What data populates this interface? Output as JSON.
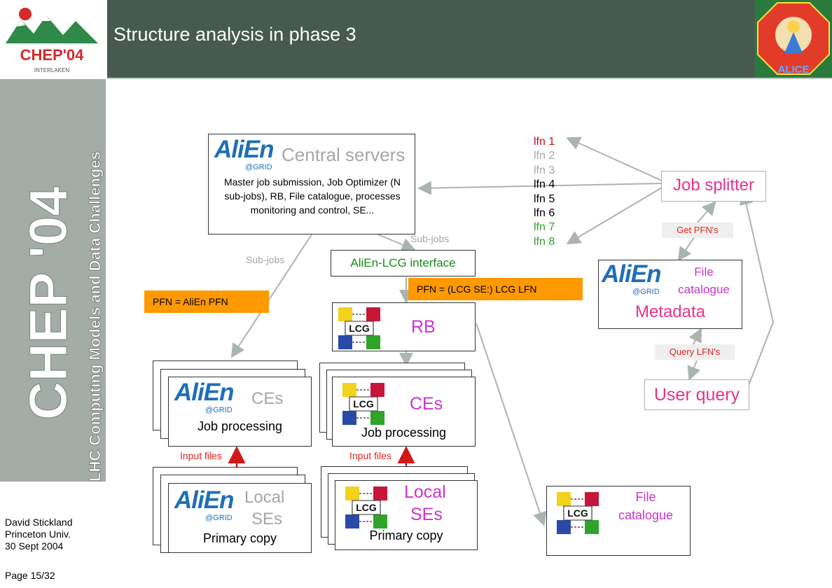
{
  "header": {
    "title": "Structure analysis in phase 3"
  },
  "logo": {
    "text": "CHEP'04",
    "subtext": "INTERLAKEN"
  },
  "sidebar": {
    "big_text": "CHEP '04",
    "sub_text": "LHC Computing Models and Data Challenges"
  },
  "alice_logo": {
    "text": "ALICE"
  },
  "footer": {
    "author": "David Stickland",
    "affiliation": "Princeton Univ.",
    "date": "30 Sept 2004",
    "page": "Page 15/32"
  },
  "brands": {
    "alien": "AliEn",
    "alien_sub": "@GRID",
    "lcg": "LCG"
  },
  "central": {
    "title": "Central servers",
    "description": "Master job submission, Job Optimizer (N sub-jobs), RB, File catalogue, processes monitoring and control, SE..."
  },
  "lfns": [
    {
      "label": "lfn 1",
      "color": "#c0101a"
    },
    {
      "label": "lfn 2",
      "color": "#a6a6a6"
    },
    {
      "label": "lfn 3",
      "color": "#a6a6a6"
    },
    {
      "label": "lfn 4",
      "color": "#000000"
    },
    {
      "label": "lfn 5",
      "color": "#000000"
    },
    {
      "label": "lfn 6",
      "color": "#000000"
    },
    {
      "label": "lfn 7",
      "color": "#33a02c"
    },
    {
      "label": "lfn 8",
      "color": "#33a02c"
    }
  ],
  "job_splitter": "Job splitter",
  "get_pfns": "Get PFN's",
  "query_lfns": "Query LFN's",
  "file_catalogue_alien": {
    "title": "File catalogue",
    "metadata": "Metadata"
  },
  "user_query": "User query",
  "subjobs_left": "Sub-jobs",
  "subjobs_right": "Sub-jobs",
  "interface": "AliEn-LCG interface",
  "pfn_alien": "PFN = AliEn PFN",
  "pfn_lcg": "PFN = (LCG SE:) LCG LFN",
  "rb": "RB",
  "ces_alien": {
    "title": "CEs",
    "job": "Job processing"
  },
  "ces_lcg": {
    "title": "CEs",
    "job": "Job processing"
  },
  "input_files_left": "Input files",
  "input_files_right": "Input files",
  "ses_alien": {
    "title_1": "Local",
    "title_2": "SEs",
    "copy": "Primary copy"
  },
  "ses_lcg": {
    "title_1": "Local",
    "title_2": "SEs",
    "copy": "Primary copy"
  },
  "file_catalogue_lcg": {
    "title_1": "File",
    "title_2": "catalogue"
  },
  "colors": {
    "header_bg": "#465a4f",
    "sidebar_bg": "#a3aca6",
    "orange": "#ff9900",
    "alien_blue": "#1f6fb7",
    "magenta": "#cc33cc",
    "pink": "#e6338a"
  }
}
